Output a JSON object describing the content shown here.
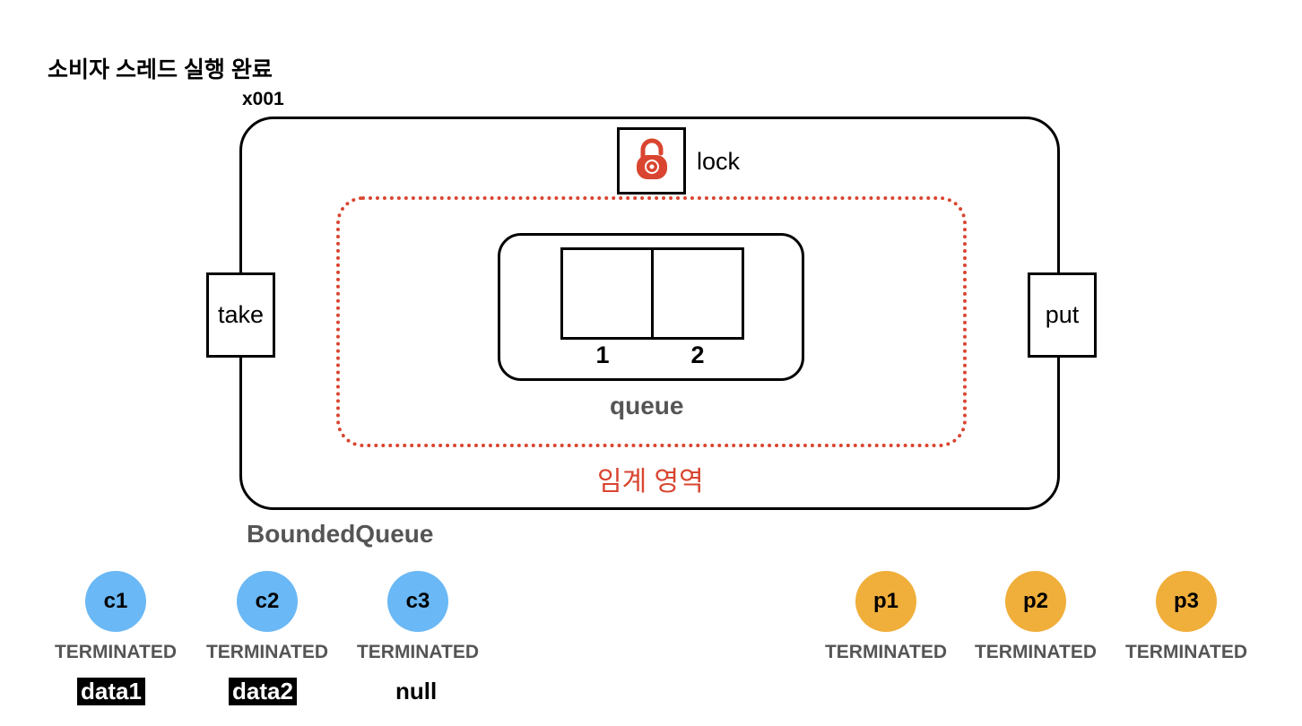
{
  "title": "소비자 스레드 실행 완료",
  "instance_ref": "x001",
  "bounded_queue": {
    "name": "BoundedQueue",
    "lock_label": "lock",
    "take_label": "take",
    "put_label": "put",
    "critical_section_label": "임계 영역",
    "queue": {
      "label": "queue",
      "slot_labels": [
        "1",
        "2"
      ],
      "slot_values": [
        "",
        ""
      ]
    }
  },
  "consumers": [
    {
      "name": "c1",
      "state": "TERMINATED",
      "result": "data1"
    },
    {
      "name": "c2",
      "state": "TERMINATED",
      "result": "data2"
    },
    {
      "name": "c3",
      "state": "TERMINATED",
      "result": "null"
    }
  ],
  "producers": [
    {
      "name": "p1",
      "state": "TERMINATED"
    },
    {
      "name": "p2",
      "state": "TERMINATED"
    },
    {
      "name": "p3",
      "state": "TERMINATED"
    }
  ],
  "colors": {
    "consumer": "#6ab8f5",
    "producer": "#f0ae3a",
    "lock": "#d94530",
    "critical_section": "#d94530"
  },
  "icons": {
    "lock": "padlock-icon"
  }
}
